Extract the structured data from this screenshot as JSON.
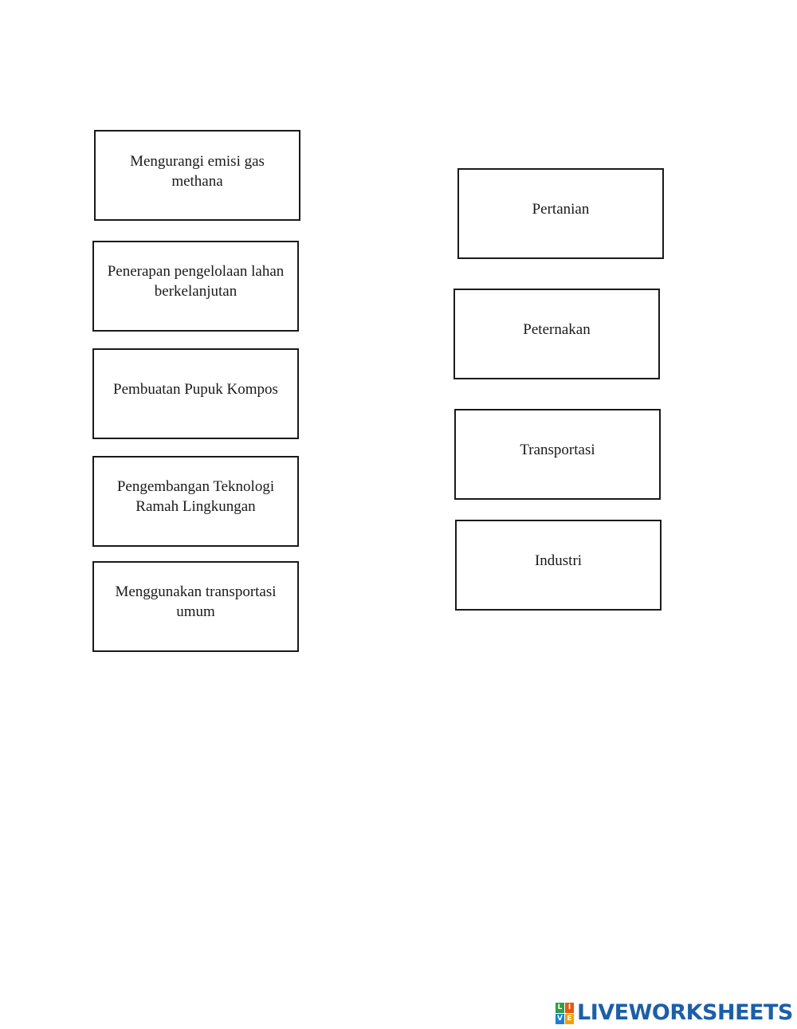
{
  "left_column": {
    "items": [
      {
        "text": "Mengurangi emisi gas\nmethana"
      },
      {
        "text": "Penerapan pengelolaan lahan\nberkelanjutan"
      },
      {
        "text": "Pembuatan Pupuk Kompos"
      },
      {
        "text": "Pengembangan Teknologi\nRamah Lingkungan"
      },
      {
        "text": "Menggunakan transportasi\numum"
      }
    ]
  },
  "right_column": {
    "items": [
      {
        "text": "Pertanian"
      },
      {
        "text": "Peternakan"
      },
      {
        "text": "Transportasi"
      },
      {
        "text": "Industri"
      }
    ]
  },
  "footer": {
    "logo_text": "LIVEWORKSHEETS",
    "logo_mark_letters": [
      "L",
      "I",
      "V",
      "E"
    ],
    "logo_colors": {
      "l": "#2f9e44",
      "i": "#e8590c",
      "v": "#1c7ed6",
      "e": "#f59f00",
      "text": "#1c5fa8"
    }
  }
}
